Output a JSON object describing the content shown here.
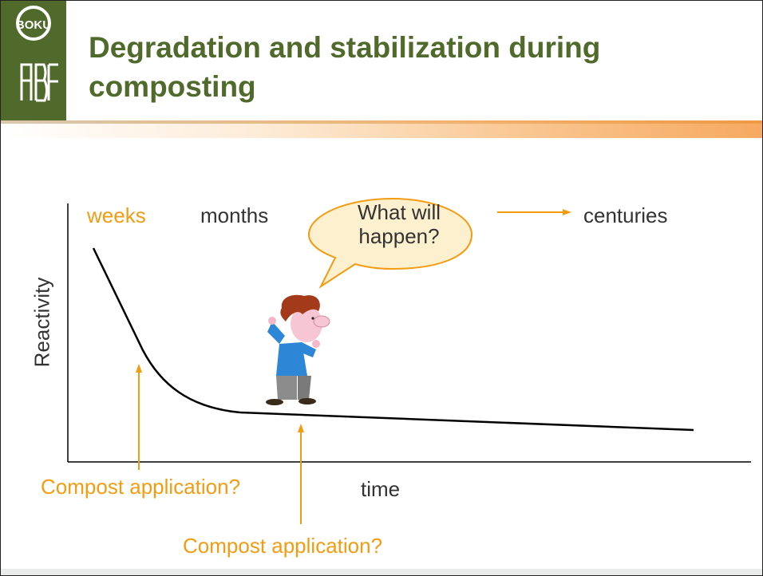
{
  "slide": {
    "title": "Degradation and stabilization during composting",
    "logo_text": "BOKU"
  },
  "diagram": {
    "y_axis_label": "Reactivity",
    "x_axis_label": "time",
    "timescales": {
      "weeks": "weeks",
      "months": "months",
      "centuries": "centuries"
    },
    "speech_bubble": "What will happen?",
    "annotation_early": "Compost application?",
    "annotation_late": "Compost application?"
  },
  "colors": {
    "title_green": "#4f6a2a",
    "accent_orange": "#f39c12",
    "bubble_fill": "#fdf0cf",
    "curve": "#000000"
  }
}
